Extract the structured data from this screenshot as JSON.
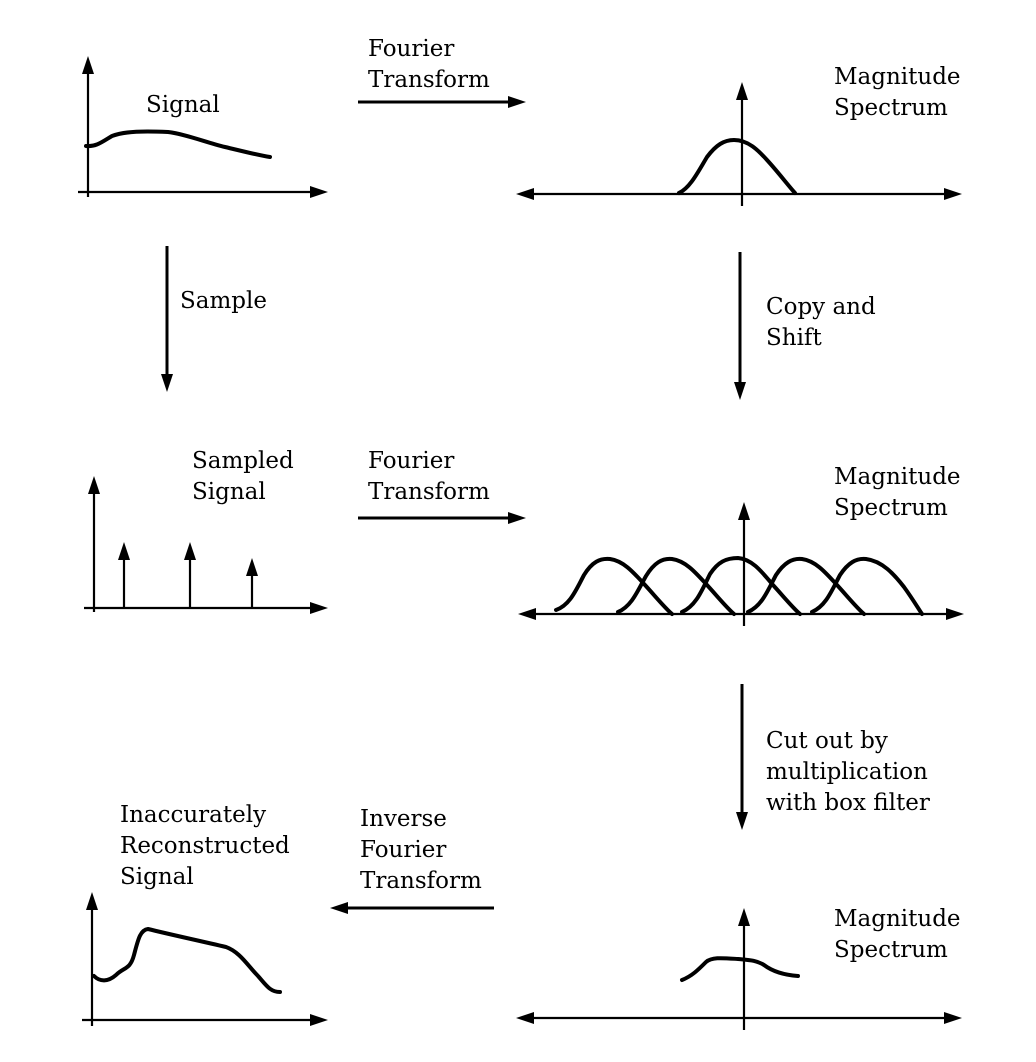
{
  "labels": {
    "signal": "Signal",
    "ft_top": [
      "Fourier",
      "Transform"
    ],
    "mag_top": [
      "Magnitude",
      "Spectrum"
    ],
    "sample": "Sample",
    "copy_shift": [
      "Copy and",
      "Shift"
    ],
    "sampled_signal": [
      "Sampled",
      "Signal"
    ],
    "ft_mid": [
      "Fourier",
      "Transform"
    ],
    "mag_mid": [
      "Magnitude",
      "Spectrum"
    ],
    "cut_out": [
      "Cut out by",
      "multiplication",
      "with box filter"
    ],
    "reconstructed": [
      "Inaccurately",
      "Reconstructed",
      "Signal"
    ],
    "ift": [
      "Inverse",
      "Fourier",
      "Transform"
    ],
    "mag_bot": [
      "Magnitude",
      "Spectrum"
    ]
  }
}
